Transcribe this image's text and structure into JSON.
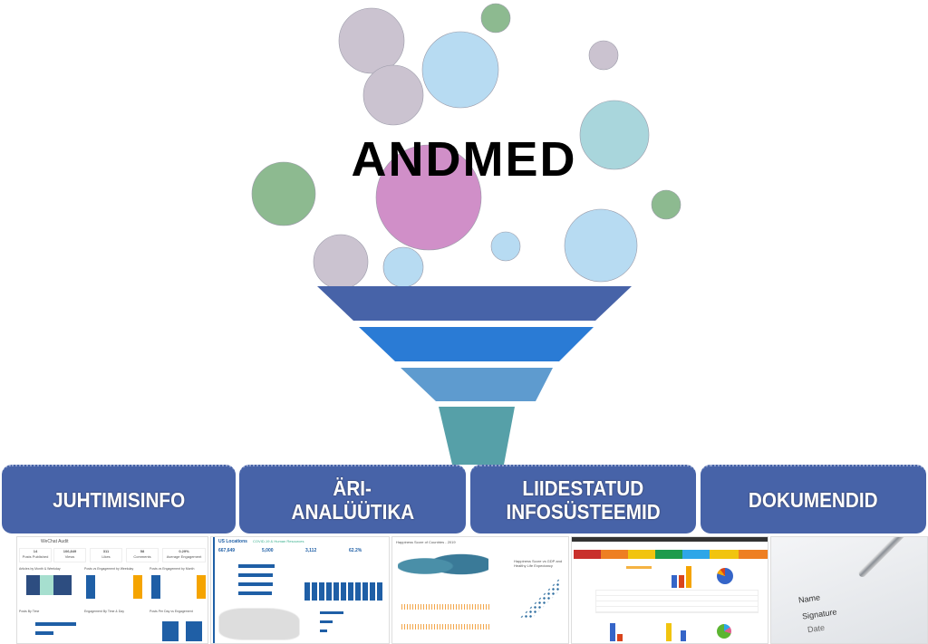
{
  "diagram": {
    "title": "ANDMED",
    "categories": [
      {
        "label_lines": [
          "JUHTIMISINFO"
        ]
      },
      {
        "label_lines": [
          "ÄRI-",
          "ANALÜÜTIKA"
        ]
      },
      {
        "label_lines": [
          "LIIDESTATUD",
          "INFOSÜSTEEMID"
        ]
      },
      {
        "label_lines": [
          "DOKUMENDID"
        ]
      }
    ],
    "colors": {
      "funnel": [
        "#4763a8",
        "#2a7bd5",
        "#5e9bcf",
        "#56a0a8"
      ],
      "box": "#4763a8",
      "bubble_gray": "#cbc3d0",
      "bubble_blue": "#b7dbf2",
      "bubble_green": "#8dba90",
      "bubble_pink": "#d08fc8",
      "bubble_teal": "#a9d6dc"
    }
  },
  "thumbnails": {
    "wechat": {
      "title": "WeChat Audit",
      "kpis": [
        {
          "value": "14",
          "label": "Posts Published"
        },
        {
          "value": "106,849",
          "label": "Views"
        },
        {
          "value": "311",
          "label": "Likes"
        },
        {
          "value": "58",
          "label": "Comments"
        },
        {
          "value": "0.29%",
          "label": "Average Engagement"
        }
      ],
      "panels": [
        "Articles by Month & Weekday",
        "Posts vs Engagement by Weekday",
        "Posts vs Engagement by Month",
        "Posts By Time",
        "Engagement By Time & Day",
        "Posts Per Day vs Engagement"
      ]
    },
    "us_locations": {
      "title": "US Locations",
      "subtitle": "COVID-19 & Human Resources",
      "kpis": [
        "667,649",
        "5,000",
        "3,112",
        "62.2%"
      ]
    },
    "happiness": {
      "title": "Happiness Score of Countries - 2019",
      "scatter_title": "Happiness Score vs GDP and Healthy Life Expectancy"
    },
    "document": {
      "fields": [
        "Name",
        "Signature",
        "Date"
      ]
    }
  }
}
